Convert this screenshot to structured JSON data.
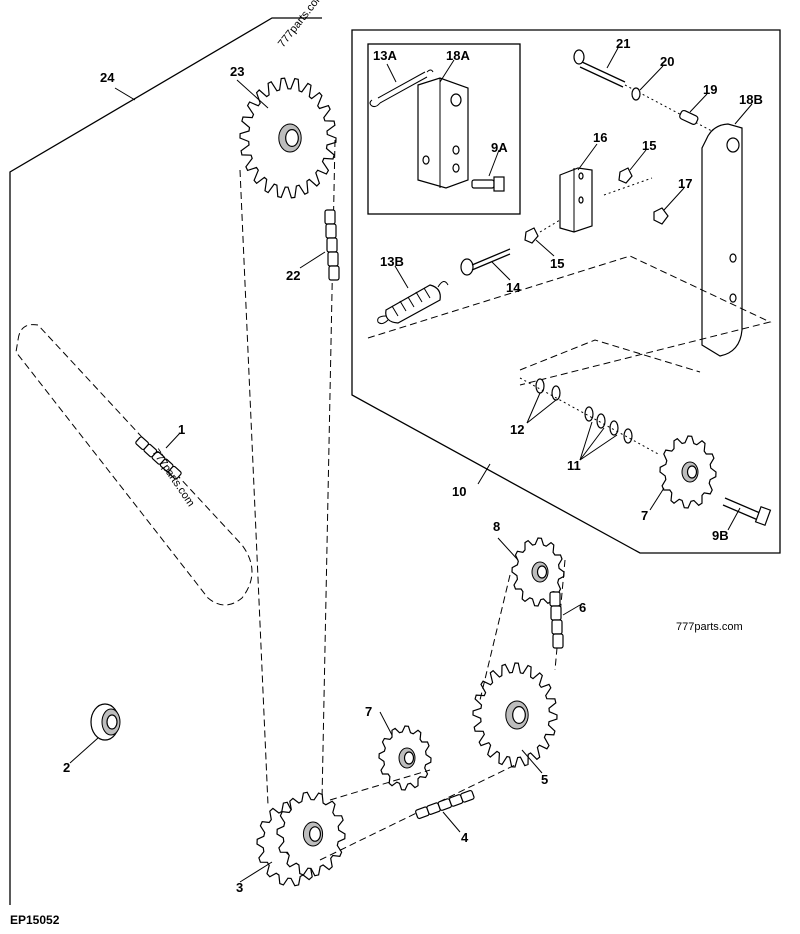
{
  "figure_code": "EP15052",
  "watermarks": [
    "777parts.com",
    "777parts.com",
    "777parts.com"
  ],
  "callouts": {
    "c1": "1",
    "c2": "2",
    "c3": "3",
    "c4": "4",
    "c5": "5",
    "c6": "6",
    "c7a": "7",
    "c7b": "7",
    "c8": "8",
    "c9a": "9A",
    "c9b": "9B",
    "c10": "10",
    "c11": "11",
    "c12": "12",
    "c13a": "13A",
    "c13b": "13B",
    "c14": "14",
    "c15a": "15",
    "c15b": "15",
    "c16": "16",
    "c17": "17",
    "c18a": "18A",
    "c18b": "18B",
    "c19": "19",
    "c20": "20",
    "c21": "21",
    "c22": "22",
    "c23": "23",
    "c24": "24"
  }
}
